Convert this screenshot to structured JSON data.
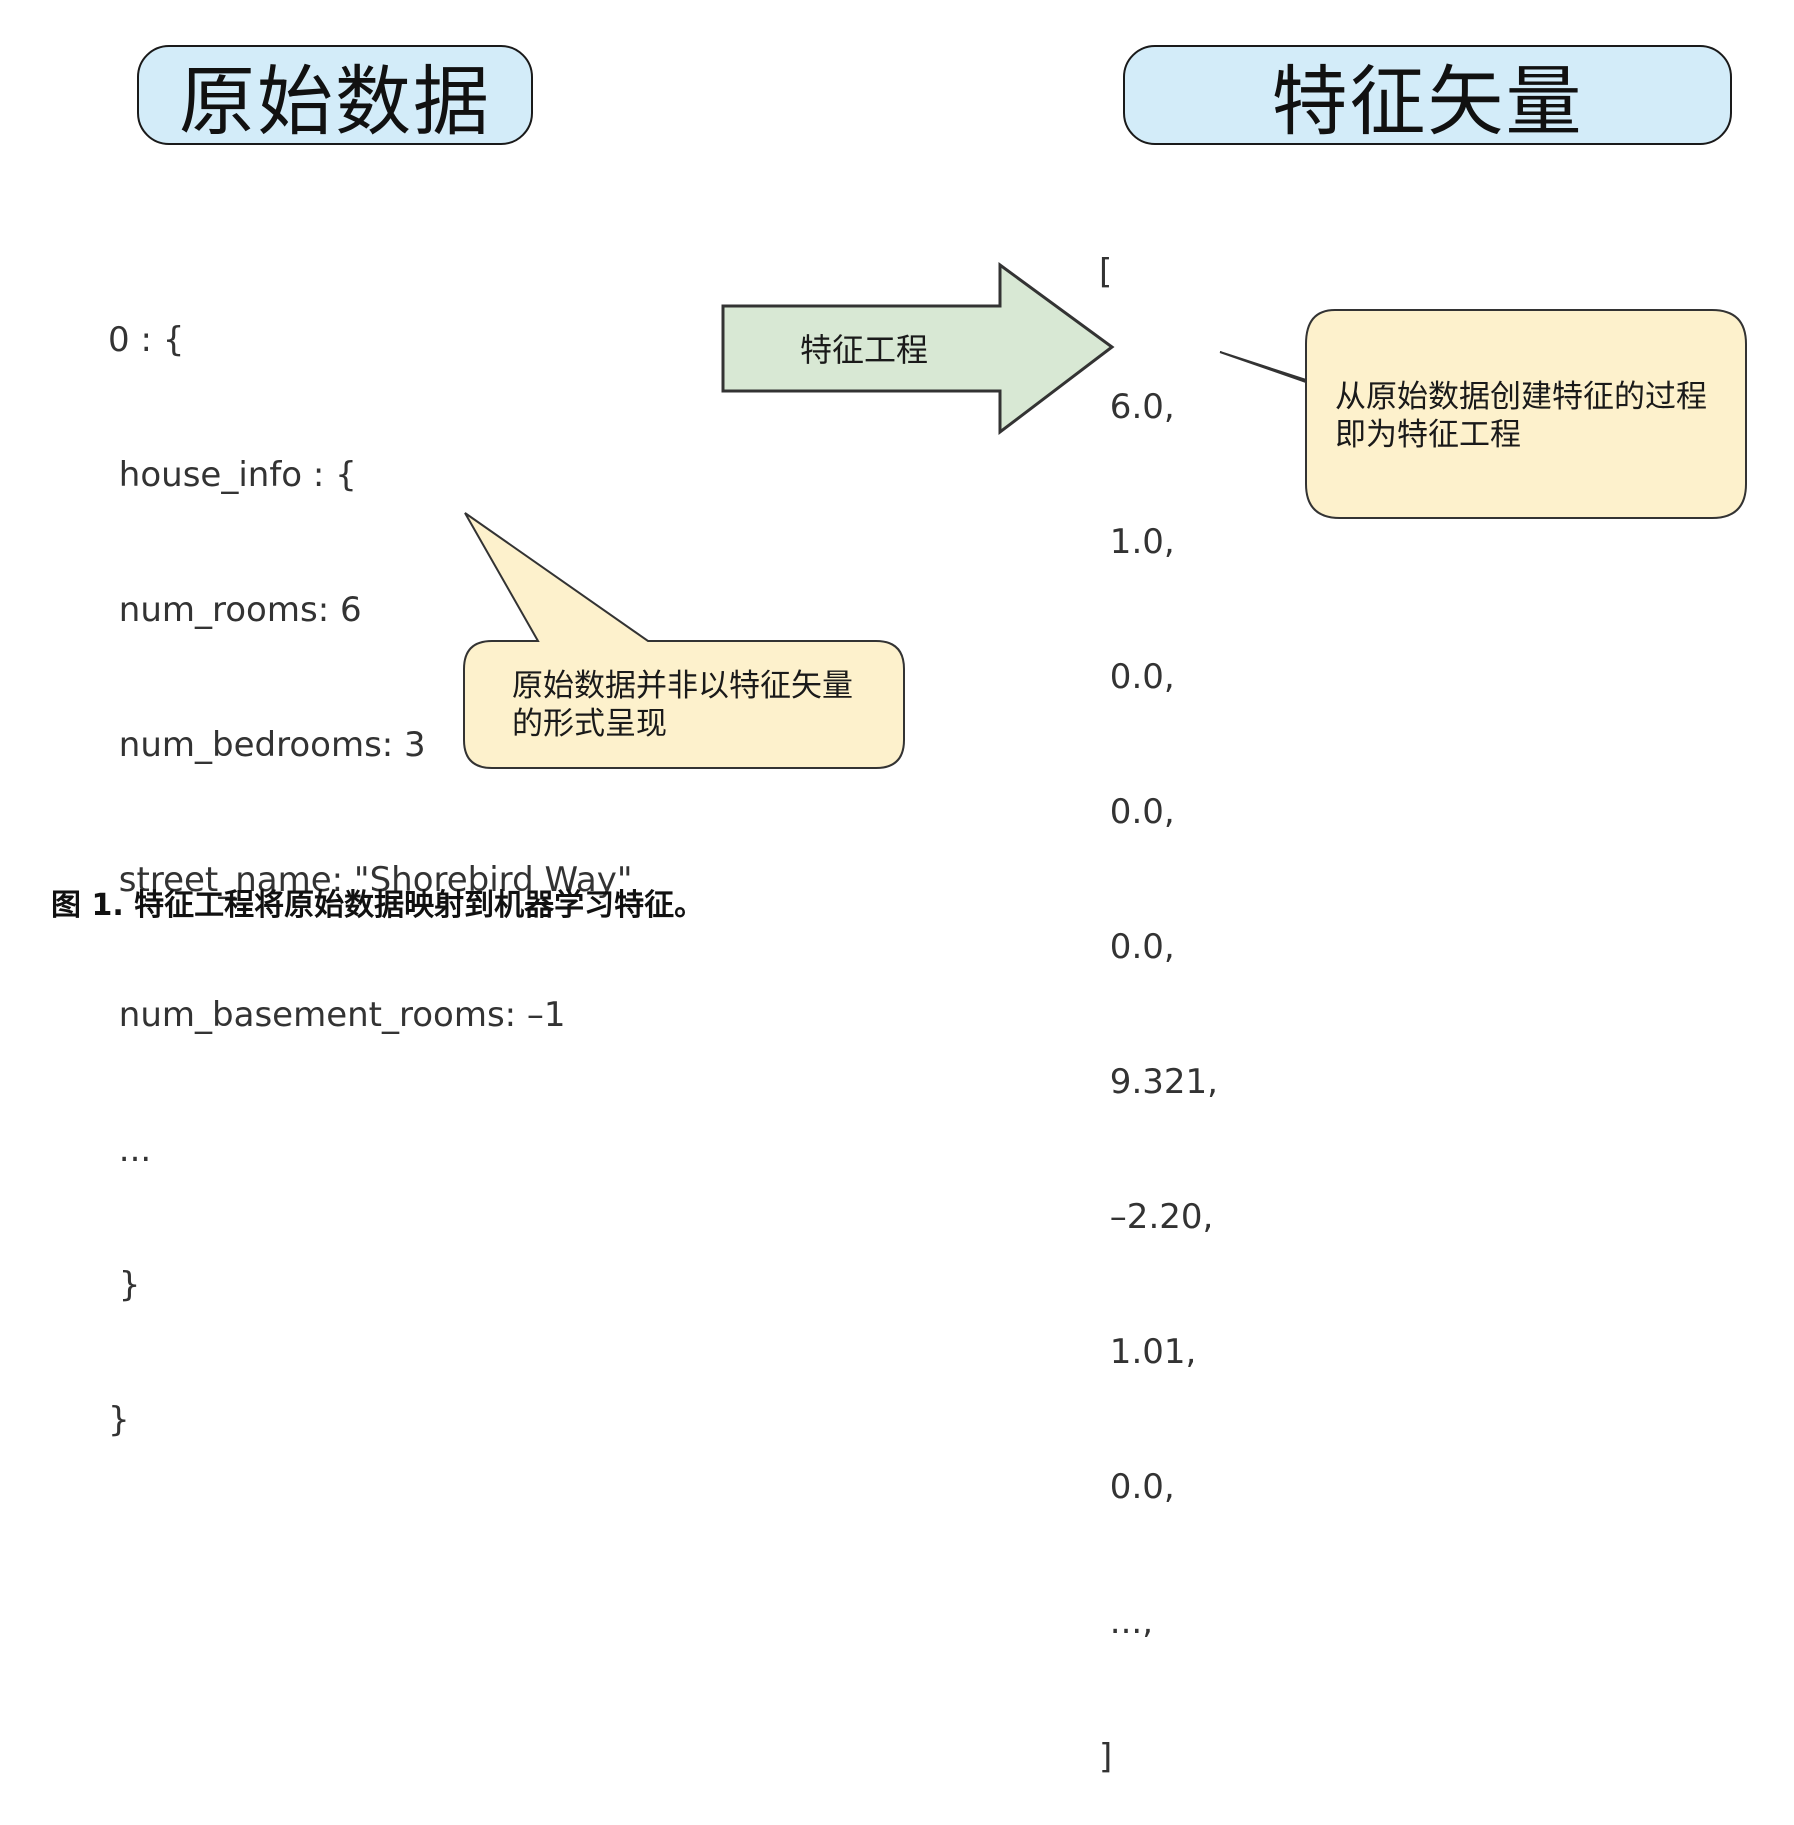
{
  "raw_data": {
    "title": "原始数据",
    "code_lines": [
      "0 : {",
      " house_info : {",
      " num_rooms: 6",
      " num_bedrooms: 3",
      " street_name: \"Shorebird Way\"",
      " num_basement_rooms: –1",
      " ...",
      " }",
      "}"
    ],
    "callout": "原始数据并非以特征矢量的形式呈现"
  },
  "arrow": {
    "label": "特征工程"
  },
  "feature_vector": {
    "title": "特征矢量",
    "lines": [
      "[",
      " 6.0,",
      " 1.0,",
      " 0.0,",
      " 0.0,",
      " 0.0,",
      " 9.321,",
      " –2.20,",
      " 1.01,",
      " 0.0,",
      " ...,",
      "]"
    ],
    "callout": "从原始数据创建特征的过程即为特征工程"
  },
  "caption": "图 1. 特征工程将原始数据映射到机器学习特征。",
  "colors": {
    "header_fill": "#d3ecf9",
    "callout_fill": "#fdf1cc",
    "arrow_fill": "#d8e8d4"
  }
}
